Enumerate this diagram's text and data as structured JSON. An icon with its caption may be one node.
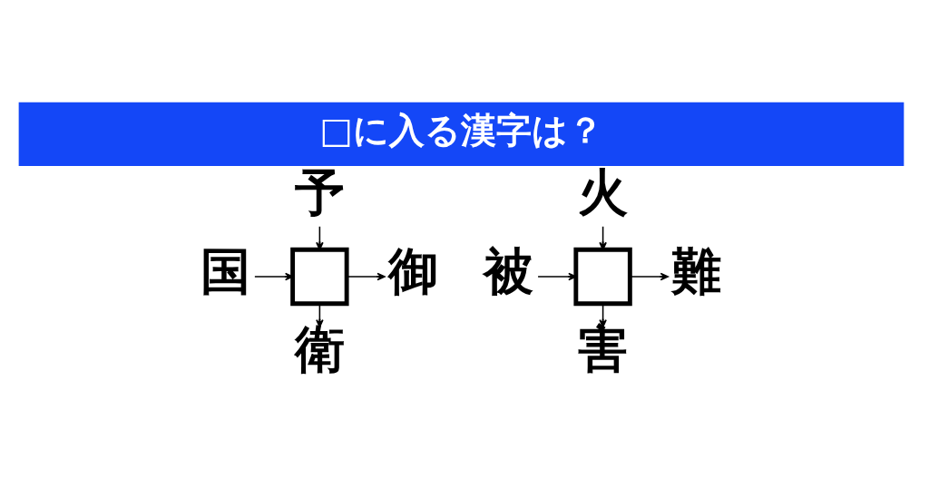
{
  "diagram": {
    "title": "□に入る漢字は？",
    "nodes": [
      {
        "text": [
          "予"
        ]
      },
      {
        "text": [
          "火"
        ]
      },
      {
        "text": [
          "国"
        ]
      },
      {
        "text": [],
        "shape": "box"
      },
      {
        "text": [
          "御"
        ]
      },
      {
        "text": [
          "被"
        ]
      },
      {
        "text": [],
        "shape": "box"
      },
      {
        "text": [
          "難"
        ]
      },
      {
        "text": [
          "衛"
        ]
      },
      {
        "text": [
          "害"
        ]
      }
    ],
    "edges": [
      {
        "from": 0,
        "to": 3,
        "arrow": "to"
      },
      {
        "from": 2,
        "to": 3,
        "arrow": "to"
      },
      {
        "from": 3,
        "to": 4,
        "arrow": "to"
      },
      {
        "from": 3,
        "to": 8,
        "arrow": "to"
      },
      {
        "from": 1,
        "to": 6,
        "arrow": "to"
      },
      {
        "from": 5,
        "to": 6,
        "arrow": "to"
      },
      {
        "from": 6,
        "to": 7,
        "arrow": "to"
      },
      {
        "from": 6,
        "to": 9,
        "arrow": "to"
      }
    ]
  }
}
